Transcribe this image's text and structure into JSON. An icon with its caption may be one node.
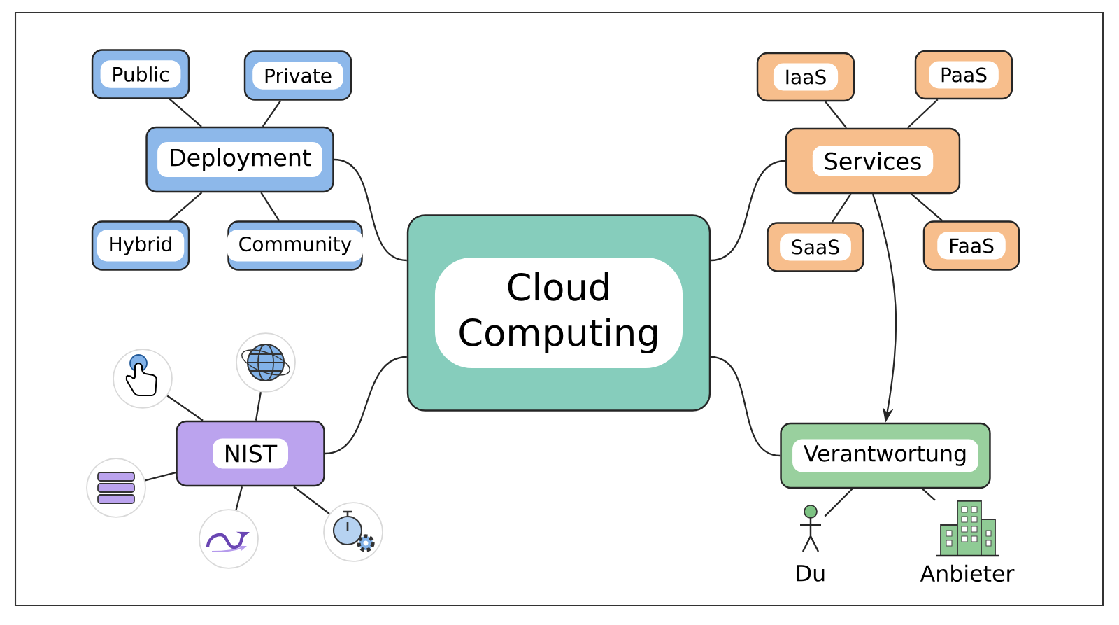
{
  "diagram": {
    "nodes": [
      {
        "text": [
          "Cloud Computing"
        ]
      },
      {
        "text": [
          "Deployment"
        ]
      },
      {
        "text": [
          "Public"
        ]
      },
      {
        "text": [
          "Private"
        ]
      },
      {
        "text": [
          "Hybrid"
        ]
      },
      {
        "text": [
          "Community"
        ]
      },
      {
        "text": [
          "Services"
        ]
      },
      {
        "text": [
          "IaaS"
        ]
      },
      {
        "text": [
          "PaaS"
        ]
      },
      {
        "text": [
          "SaaS"
        ]
      },
      {
        "text": [
          "FaaS"
        ]
      },
      {
        "text": [
          "NIST"
        ]
      },
      {
        "text": [],
        "shape": "hand"
      },
      {
        "text": [],
        "shape": "globe"
      },
      {
        "text": [],
        "shape": "server"
      },
      {
        "text": [],
        "shape": "arrow"
      },
      {
        "text": [],
        "shape": "stopwatch"
      },
      {
        "text": [
          "Verantwortung"
        ]
      },
      {
        "text": [
          "Du"
        ]
      },
      {
        "text": [
          "Anbieter"
        ]
      }
    ],
    "edges": [
      {
        "from": 0,
        "to": 1,
        "arrow": "none"
      },
      {
        "from": 1,
        "to": 2,
        "arrow": "none"
      },
      {
        "from": 1,
        "to": 3,
        "arrow": "none"
      },
      {
        "from": 1,
        "to": 4,
        "arrow": "none"
      },
      {
        "from": 1,
        "to": 5,
        "arrow": "none"
      },
      {
        "from": 0,
        "to": 6,
        "arrow": "none"
      },
      {
        "from": 6,
        "to": 7,
        "arrow": "none"
      },
      {
        "from": 6,
        "to": 8,
        "arrow": "none"
      },
      {
        "from": 6,
        "to": 9,
        "arrow": "none"
      },
      {
        "from": 6,
        "to": 10,
        "arrow": "none"
      },
      {
        "from": 6,
        "to": 17,
        "arrow": "to"
      },
      {
        "from": 0,
        "to": 11,
        "arrow": "none"
      },
      {
        "from": 11,
        "to": 12,
        "arrow": "none"
      },
      {
        "from": 11,
        "to": 13,
        "arrow": "none"
      },
      {
        "from": 11,
        "to": 14,
        "arrow": "none"
      },
      {
        "from": 11,
        "to": 15,
        "arrow": "none"
      },
      {
        "from": 11,
        "to": 16,
        "arrow": "none"
      },
      {
        "from": 0,
        "to": 17,
        "arrow": "none"
      },
      {
        "from": 17,
        "to": 18,
        "arrow": "none"
      },
      {
        "from": 17,
        "to": 19,
        "arrow": "none"
      }
    ]
  }
}
